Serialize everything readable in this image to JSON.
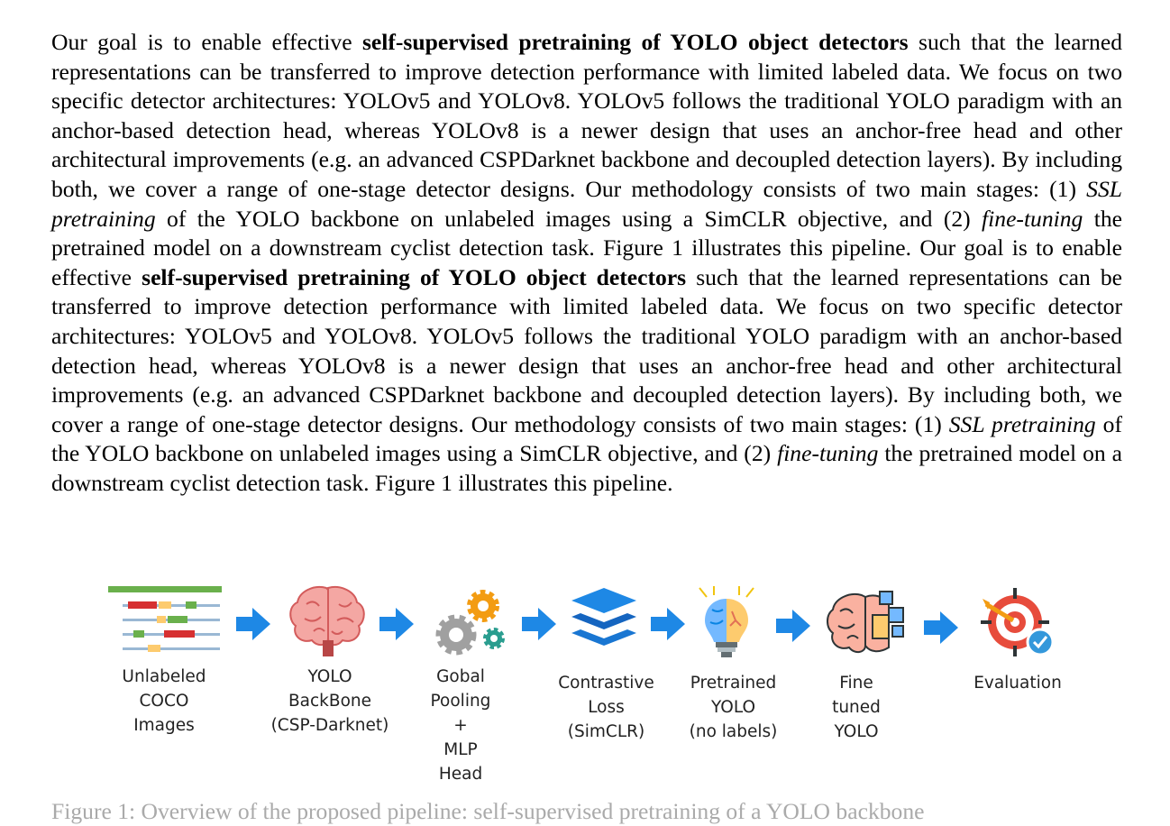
{
  "body": {
    "p1": "Our goal is to enable effective ",
    "b1": "self-supervised pretraining of YOLO object detectors",
    "p2": " such that the learned representations can be transferred to improve detection performance with limited labeled data. We focus on two specific detector architectures: YOLOv5 and YOLOv8. YOLOv5 follows the traditional YOLO paradigm with an anchor-based detection head, whereas YOLOv8 is a newer design that uses an anchor-free head and other architectural improvements (e.g. an advanced CSPDarknet backbone and decoupled detection layers). By including both, we cover a range of one-stage detector designs. Our methodology consists of two main stages: (1) ",
    "i1": "SSL pretraining",
    "p3": " of the YOLO backbone on unlabeled images using a SimCLR objective, and (2) ",
    "i2": "fine-tuning",
    "p4": " the pretrained model on a downstream cyclist detection task. Figure 1 illustrates this pipeline. Our goal is to enable effective ",
    "b2": "self-supervised pretraining of YOLO object detectors",
    "p5": " such that the learned representations can be transferred to improve detection performance with limited labeled data. We focus on two specific detector architectures: YOLOv5 and YOLOv8. YOLOv5 follows the traditional YOLO paradigm with an anchor-based detection head, whereas YOLOv8 is a newer design that uses an anchor-free head and other architectural improvements (e.g. an advanced CSPDarknet backbone and decoupled detection layers). By including both, we cover a range of one-stage detector designs. Our methodology consists of two main stages: (1) ",
    "i3": "SSL pretraining",
    "p6": " of the YOLO backbone on unlabeled images using a SimCLR objective, and (2) ",
    "i4": "fine-tuning",
    "p7": " the pretrained model on a downstream cyclist detection task. Figure 1 illustrates this pipeline."
  },
  "pipeline": {
    "stages": [
      {
        "label": "Unlabeled\nCOCO\nImages",
        "icon": "images-icon"
      },
      {
        "label": "YOLO\nBackBone\n(CSP-Darknet)",
        "icon": "brain-icon"
      },
      {
        "label": "Gobal\nPooling\n+\nMLP\nHead",
        "icon": "gears-icon"
      },
      {
        "label": "Contrastive\nLoss\n(SimCLR)",
        "icon": "layers-icon"
      },
      {
        "label": "Pretrained\nYOLO\n(no labels)",
        "icon": "lightbulb-icon"
      },
      {
        "label": "Fine\ntuned\nYOLO",
        "icon": "brain-chip-icon"
      },
      {
        "label": "Evaluation",
        "icon": "target-icon"
      }
    ],
    "arrow_color": "#1e88e5"
  },
  "caption_partial": "Figure 1: Overview of the proposed pipeline: self-supervised pretraining of a YOLO backbone"
}
